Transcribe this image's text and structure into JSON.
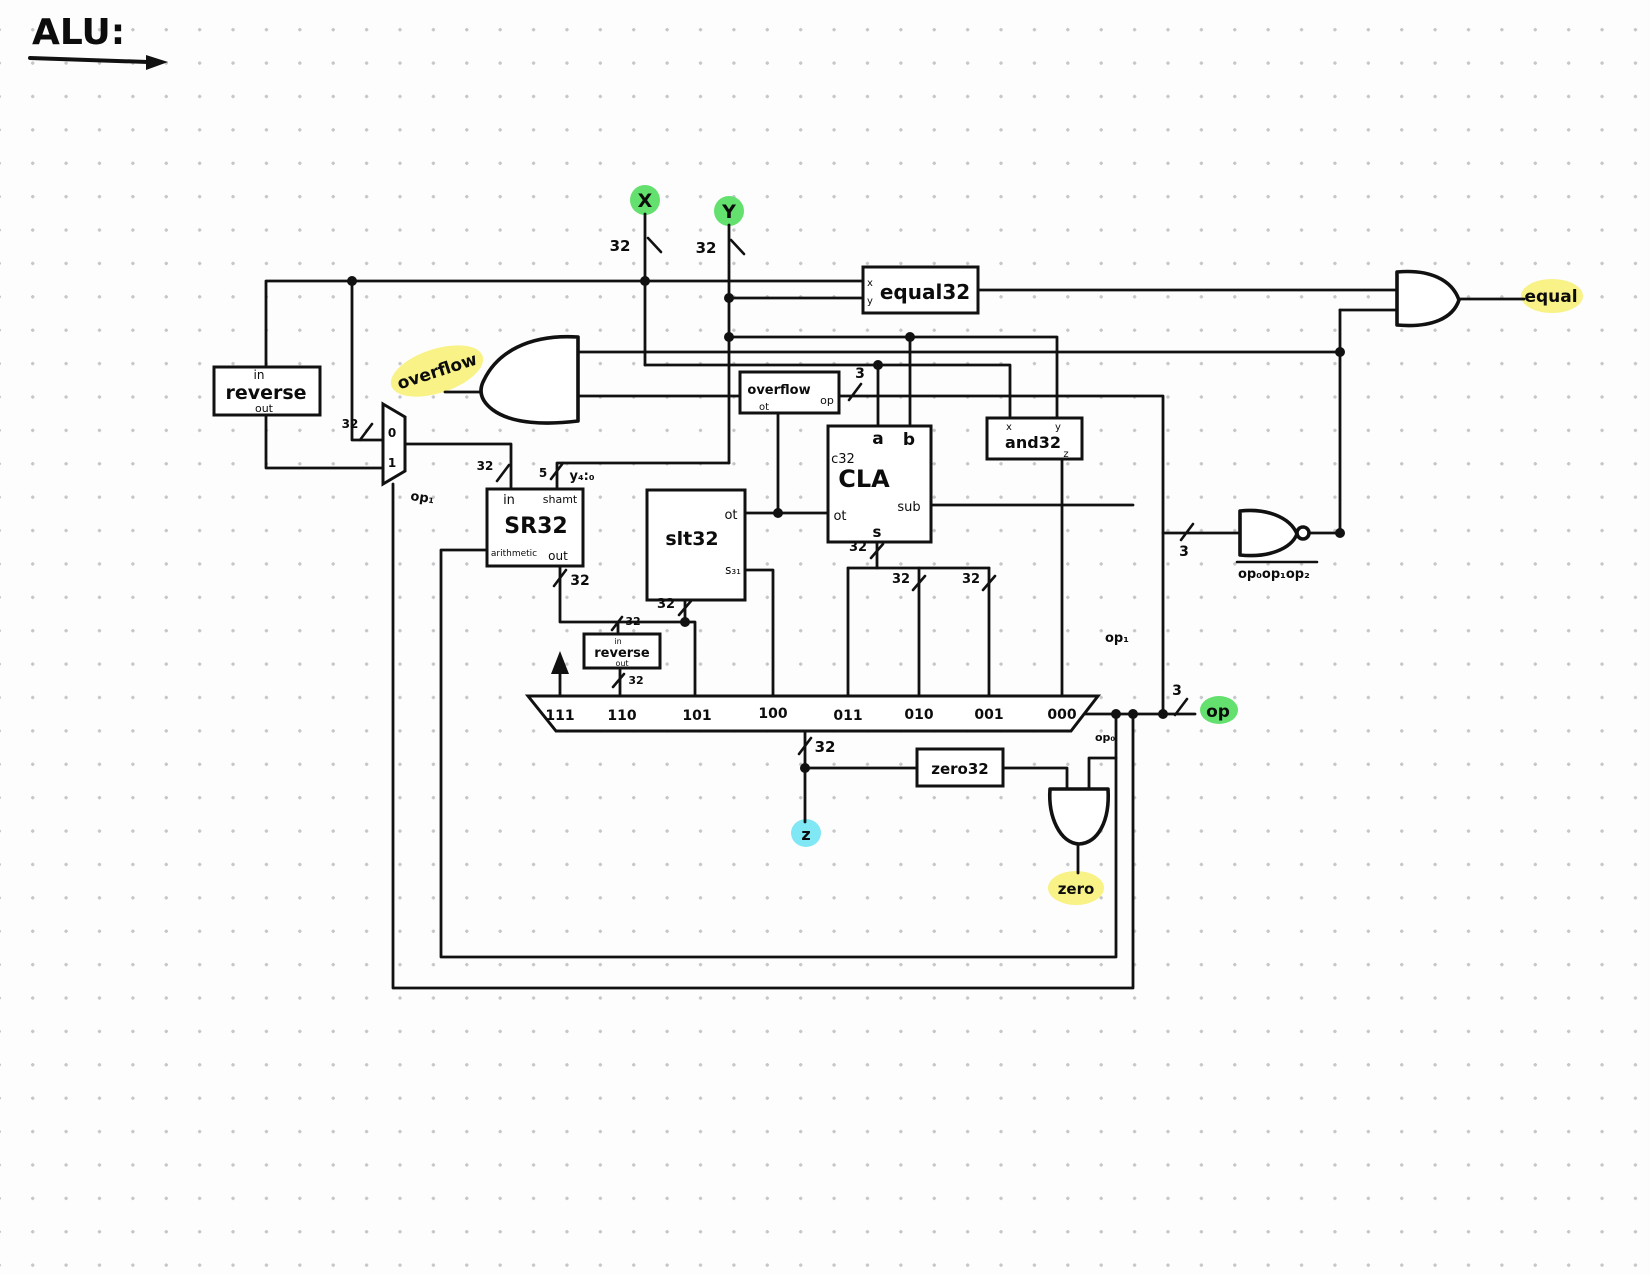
{
  "title": "ALU:",
  "colors": {
    "ink": "#111111",
    "highlight_green": "#63e06e",
    "highlight_yellow": "#f9f286",
    "highlight_cyan": "#7fe8f4",
    "grid_dot": "#c5c7ca",
    "background": "#fdfdfd"
  },
  "signals": {
    "x": "X",
    "y": "Y",
    "z": "z",
    "op": "op",
    "overflow": "overflow",
    "equal": "equal",
    "zero": "zero"
  },
  "bus_widths": {
    "w32": "32",
    "w5": "5",
    "w3": "3"
  },
  "wire_labels": {
    "y_4_0": "y₄:₀",
    "op0": "op₀",
    "op1": "op₁",
    "nand_inputs": "op₀op₁op₂"
  },
  "components": {
    "reverse_top": {
      "title": "reverse",
      "pin_in": "in",
      "pin_out": "out"
    },
    "mux_left": {
      "in0": "0",
      "in1": "1"
    },
    "sr32": {
      "title": "SR32",
      "pin_in": "in",
      "pin_shamt": "shamt",
      "pin_arithmetic": "arithmetic",
      "pin_out": "out"
    },
    "slt32": {
      "title": "slt32",
      "pin_ot": "ot",
      "pin_s31": "s₃₁"
    },
    "cla": {
      "title": "CLA",
      "pin_a": "a",
      "pin_b": "b",
      "pin_c32": "c32",
      "pin_ot": "ot",
      "pin_sub": "sub",
      "pin_s": "s"
    },
    "equal32": {
      "title": "equal32",
      "pin_x": "x",
      "pin_y": "y"
    },
    "overflow_unit": {
      "title": "overflow",
      "pin_op": "op",
      "pin_ot": "ot"
    },
    "and32": {
      "title": "and32",
      "pin_x": "x",
      "pin_y": "y",
      "pin_z": "z"
    },
    "reverse_small": {
      "title": "reverse",
      "pin_in": "in",
      "pin_out": "out"
    },
    "zero32": {
      "title": "zero32"
    },
    "mux_main": {
      "inputs": [
        "111",
        "110",
        "101",
        "100",
        "011",
        "010",
        "001",
        "000"
      ]
    }
  }
}
